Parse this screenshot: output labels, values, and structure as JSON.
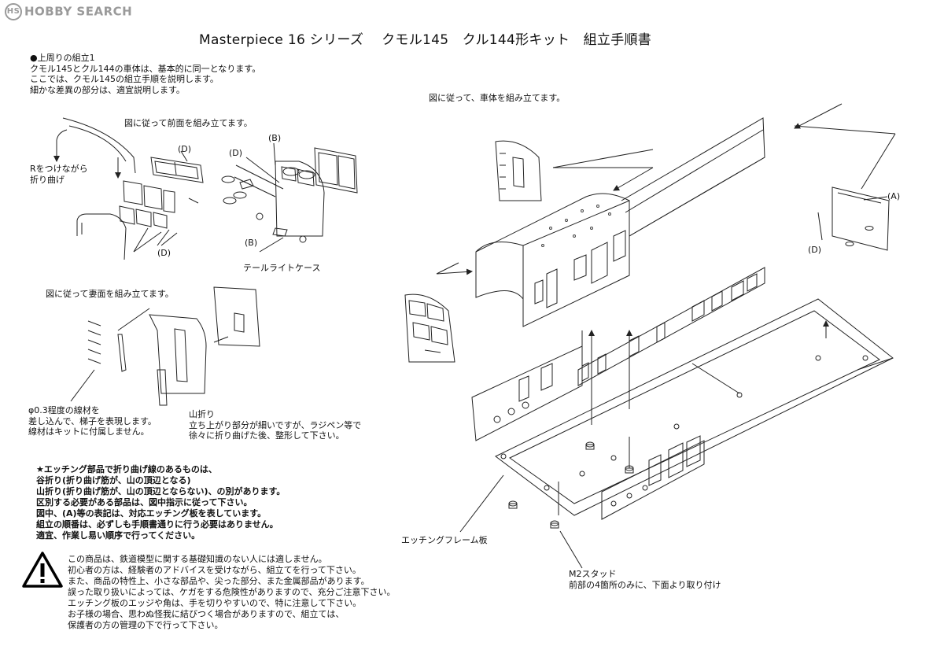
{
  "watermark": "HOBBY SEARCH",
  "title": "Masterpiece 16 シリーズ　 クモル145　クル144形キット　組立手順書",
  "section1": {
    "heading": "●上周りの組立1",
    "lines": [
      "クモル145とクル144の車体は、基本的に同一となります。",
      "ここでは、クモル145の組立手順を説明します。",
      "細かな差異の部分は、適宜説明します。"
    ]
  },
  "front_face": {
    "caption": "図に従って前面を組み立てます。",
    "bend_note": [
      "Rをつけながら",
      "折り曲げ"
    ],
    "label_d1": "(D)",
    "label_d2": "(D)",
    "label_d3": "(D)",
    "label_b1": "(B)",
    "label_b2": "(B)",
    "tail_light": "テールライトケース"
  },
  "end_face": {
    "caption": "図に従って妻面を組み立てます。",
    "wire_note": [
      "φ0.3程度の線材を",
      "差し込んで、梯子を表現します。",
      "線材はキットに付属しません。"
    ],
    "mountain_fold": [
      "山折り",
      "立ち上がり部分が細いですが、ラジペン等で",
      "徐々に折り曲げた後、整形して下さい。"
    ]
  },
  "body_assembly": {
    "caption": "図に従って、車体を組み立てます。",
    "label_a": "(A)",
    "label_d": "(D)",
    "frame_label": "エッチングフレーム板",
    "stud_label": "M2スタッド",
    "stud_note": "前部の4箇所のみに、下面より取り付け"
  },
  "notes": [
    "★エッチング部品で折り曲げ線のあるものは、",
    "谷折り(折り曲げ筋が、山の頂辺となる)",
    "山折り(折り曲げ筋が、山の頂辺とならない)、の別があります。",
    "区別する必要がある部品は、図中指示に従って下さい。",
    "図中、(A)等の表記は、対応エッチング板を表しています。",
    "組立の順番は、必ずしも手順書通りに行う必要はありません。",
    "適宜、作業し易い順序で行ってください。"
  ],
  "warning": [
    "この商品は、鉄道模型に関する基礎知識のない人には適しません。",
    "初心者の方は、経験者のアドバイスを受けながら、組立てを行って下さい。",
    "また、商品の特性上、小さな部品や、尖った部分、また金属部品があります。",
    "誤った取り扱いによっては、ケガをする危険性がありますので、充分ご注意下さい。",
    "エッチング板のエッジや角は、手を切りやすいので、特に注意して下さい。",
    "お子様の場合、思わぬ怪我に結びつく場合がありますので、組立ては、",
    "保護者の方の管理の下で行って下さい。"
  ]
}
